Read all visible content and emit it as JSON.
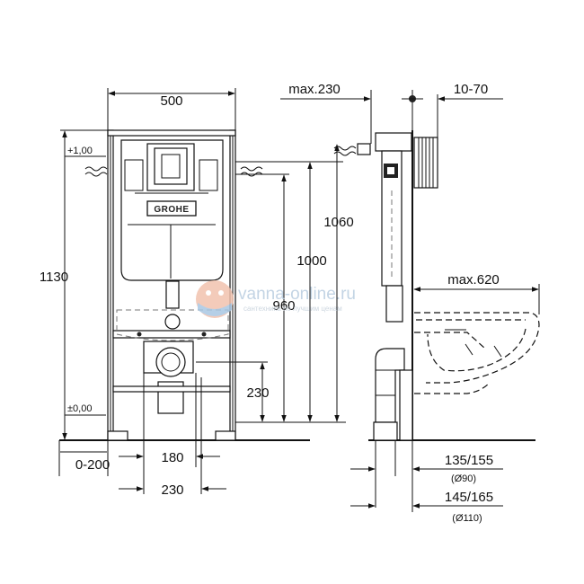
{
  "brand": {
    "logo_text": "GROHE"
  },
  "front_view": {
    "width_label": "500",
    "height_label": "1130",
    "level_top": "+1,00",
    "level_zero": "±0,00",
    "dim_1060": "1060",
    "dim_1000": "1000",
    "dim_960": "960",
    "dim_230_height": "230",
    "dim_0_200": "0-200",
    "dim_180": "180",
    "dim_230_width": "230"
  },
  "side_view": {
    "max_230": "max.230",
    "range_10_70": "10-70",
    "max_620": "max.620",
    "dim_135_155": "135/155",
    "dim_d90": "(Ø90)",
    "dim_145_165": "145/165",
    "dim_d110": "(Ø110)"
  },
  "watermark": {
    "site": "vanna-online.ru",
    "tagline": "сантехника по лучшим ценам"
  }
}
